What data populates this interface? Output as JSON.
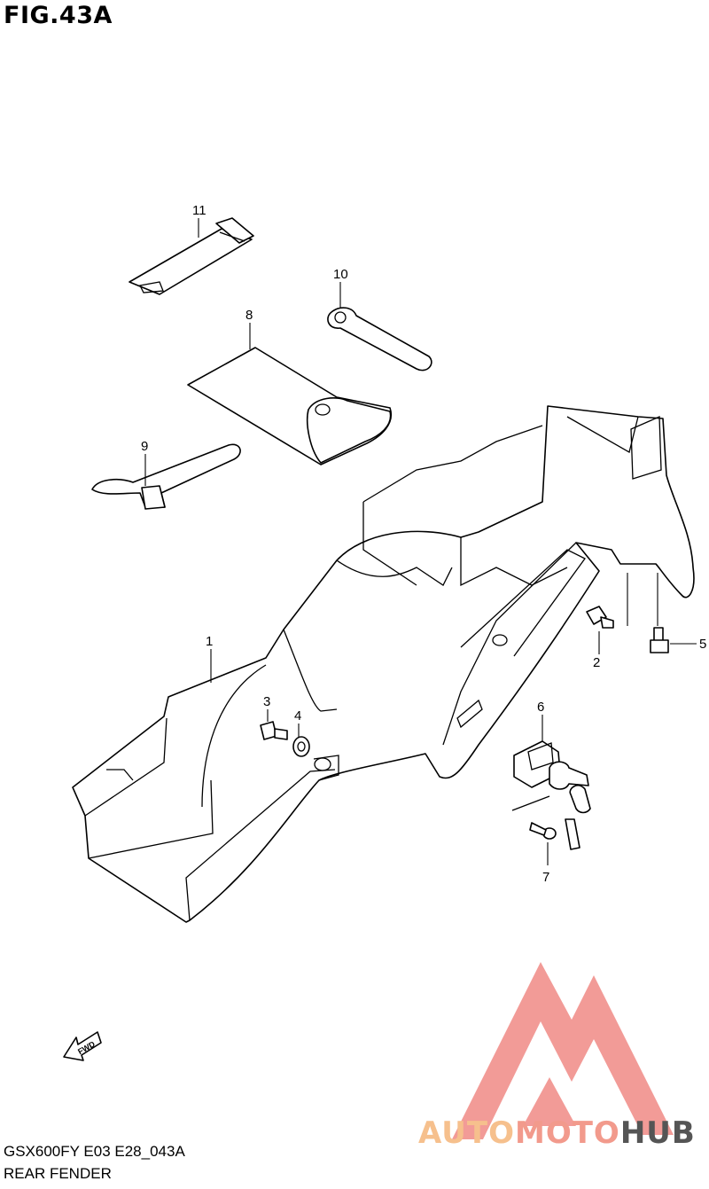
{
  "figure": {
    "title": "FIG.43A",
    "model_code": "GSX600FY E03 E28_043A",
    "section_name": "REAR FENDER"
  },
  "callouts": [
    {
      "id": "c1",
      "label": "1"
    },
    {
      "id": "c2",
      "label": "2"
    },
    {
      "id": "c3",
      "label": "3"
    },
    {
      "id": "c4",
      "label": "4"
    },
    {
      "id": "c5",
      "label": "5"
    },
    {
      "id": "c6",
      "label": "6"
    },
    {
      "id": "c7",
      "label": "7"
    },
    {
      "id": "c8",
      "label": "8"
    },
    {
      "id": "c9",
      "label": "9"
    },
    {
      "id": "c10",
      "label": "10"
    },
    {
      "id": "c11",
      "label": "11"
    }
  ],
  "fwd_arrow": {
    "label": "FWD"
  },
  "watermark": {
    "part1": "AUTO",
    "part2": "MOTO",
    "part3": "HUB",
    "colors": {
      "auto": "#f6c08d",
      "moto": "#f29a8c",
      "hub": "#555555",
      "logo": "#f08a85"
    }
  }
}
